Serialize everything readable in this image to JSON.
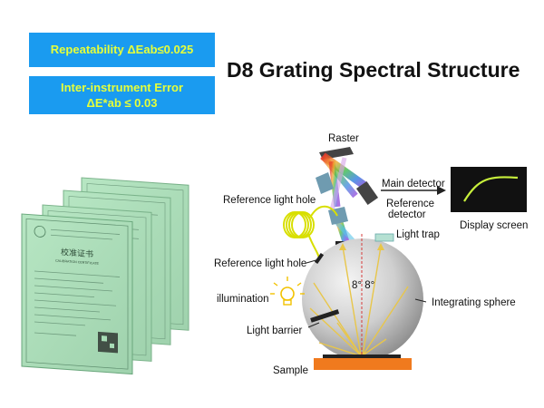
{
  "badges": {
    "repeatability": "Repeatability ΔEab≤0.025",
    "inter_error_line1": "Inter-instrument Error",
    "inter_error_line2": "ΔE*ab ≤ 0.03"
  },
  "title": "D8 Grating Spectral Structure",
  "certificate": {
    "heading": "校准证书",
    "subheading": "CALIBRATION CERTIFICATE"
  },
  "diagram_labels": {
    "raster": "Raster",
    "main_detector": "Main detector",
    "reference_detector_line1": "Reference",
    "reference_detector_line2": "detector",
    "display_screen": "Display screen",
    "reference_light_hole_top": "Reference light hole",
    "reference_light_hole_bottom": "Reference light hole",
    "light_trap": "Light trap",
    "illumination": "illumination",
    "angle": "8° 8°",
    "integrating_sphere": "Integrating sphere",
    "light_barrier": "Light barrier",
    "sample": "Sample"
  },
  "colors": {
    "badge_bg": "#1a9bf0",
    "badge_text": "#e6ff3a",
    "certificate_green": "#a8dcb6",
    "screen_bg": "#111111",
    "screen_curve": "#c8f03c",
    "sample_orange": "#f07a1e",
    "bulb_yellow": "#f2c200"
  }
}
